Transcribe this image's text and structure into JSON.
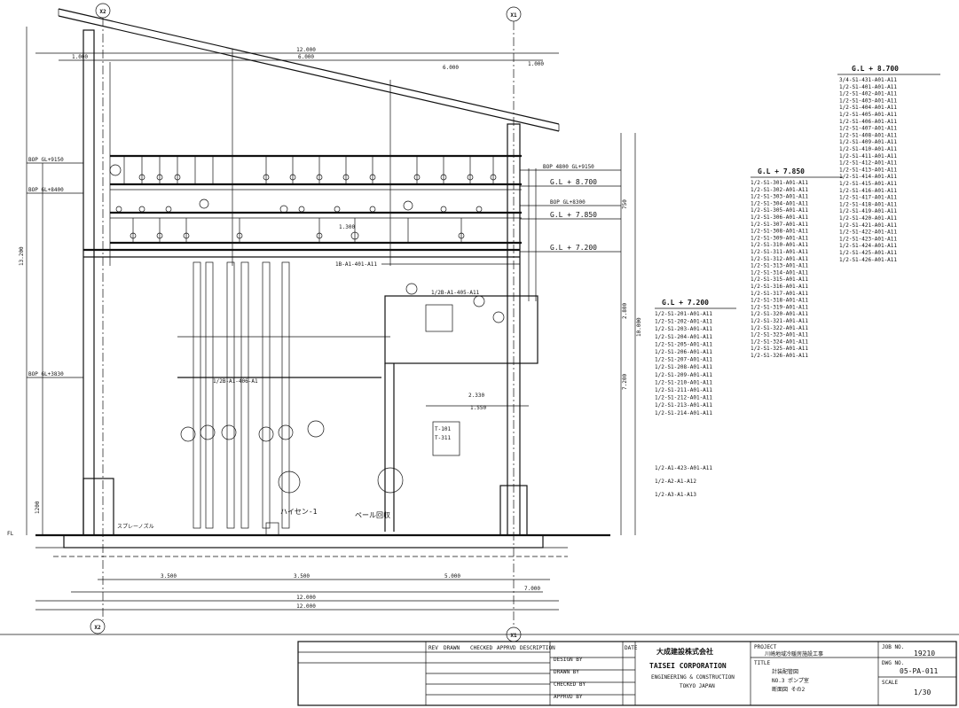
{
  "grid": {
    "left": "X2",
    "right": "X1"
  },
  "dims": {
    "top_total": "12.000",
    "top_left": "1.000",
    "top_mid": "6.000",
    "top_right": "1.000",
    "bottom_a": "3.500",
    "bottom_b": "3.500",
    "bottom_c": "5.000",
    "bottom_total": "12.000",
    "bottom_d": "7.000",
    "right_1": "750",
    "right_2": "2.800",
    "right_3": "7.200",
    "right_4": "10.000",
    "left_1": "13.200",
    "left_2": "1200",
    "mid_1": "1.300",
    "mid_2": "2.330",
    "mid_3": "1.550"
  },
  "levels": {
    "bop1": "BOP GL+9150",
    "bop2": "BOP GL+8400",
    "gl8700": "G.L + 8.700",
    "gl7850": "G.L + 7.850",
    "gl7200": "G.L + 7.200",
    "bop_gl3830": "BOP GL+3830",
    "bop_right": "BOP 4800 GL+9150",
    "bop_right2": "BOP GL+8300",
    "fl_label": "FL"
  },
  "notes": {
    "spray": "スプレーノズル",
    "tank": "T-101",
    "tank_sub": "T-311",
    "handwritten_1": "ハイセン-1",
    "handwritten_2": "ペール回収",
    "pipe_a": "1B-A1-401-A11",
    "pipe_b": "1/2B-A1-405-A11",
    "pipe_c": "1/2B-A1-406-A1"
  },
  "schedule_gl8700": {
    "title": "G.L + 8.700",
    "rows": [
      "3/4-S1-431-A01-A11",
      "1/2-S1-401-A01-A11",
      "1/2-S1-402-A01-A11",
      "1/2-S1-403-A01-A11",
      "1/2-S1-404-A01-A11",
      "1/2-S1-405-A01-A11",
      "1/2-S1-406-A01-A11",
      "1/2-S1-407-A01-A11",
      "1/2-S1-408-A01-A11",
      "1/2-S1-409-A01-A11",
      "1/2-S1-410-A01-A11",
      "1/2-S1-411-A01-A11",
      "1/2-S1-412-A01-A11",
      "1/2-S1-413-A01-A11",
      "1/2-S1-414-A01-A11",
      "1/2-S1-415-A01-A11",
      "1/2-S1-416-A01-A11",
      "1/2-S1-417-A01-A11",
      "1/2-S1-418-A01-A11",
      "1/2-S1-419-A01-A11",
      "1/2-S1-420-A01-A11",
      "1/2-S1-421-A01-A11",
      "1/2-S1-422-A01-A11",
      "1/2-S1-423-A01-A11",
      "1/2-S1-424-A01-A11",
      "1/2-S1-425-A01-A11",
      "1/2-S1-426-A01-A11"
    ]
  },
  "schedule_gl7850": {
    "title": "G.L + 7.850",
    "rows": [
      "1/2-S1-301-A01-A11",
      "1/2-S1-302-A01-A11",
      "1/2-S1-303-A01-A11",
      "1/2-S1-304-A01-A11",
      "1/2-S1-305-A01-A11",
      "1/2-S1-306-A01-A11",
      "1/2-S1-307-A01-A11",
      "1/2-S1-308-A01-A11",
      "1/2-S1-309-A01-A11",
      "1/2-S1-310-A01-A11",
      "1/2-S1-311-A01-A11",
      "1/2-S1-312-A01-A11",
      "1/2-S1-313-A01-A11",
      "1/2-S1-314-A01-A11",
      "1/2-S1-315-A01-A11",
      "1/2-S1-316-A01-A11",
      "1/2-S1-317-A01-A11",
      "1/2-S1-318-A01-A11",
      "1/2-S1-319-A01-A11",
      "1/2-S1-320-A01-A11",
      "1/2-S1-321-A01-A11",
      "1/2-S1-322-A01-A11",
      "1/2-S1-323-A01-A11",
      "1/2-S1-324-A01-A11",
      "1/2-S1-325-A01-A11",
      "1/2-S1-326-A01-A11"
    ]
  },
  "schedule_gl7200": {
    "title": "G.L + 7.200",
    "rows": [
      "1/2-S1-201-A01-A11",
      "1/2-S1-202-A01-A11",
      "1/2-S1-203-A01-A11",
      "1/2-S1-204-A01-A11",
      "1/2-S1-205-A01-A11",
      "1/2-S1-206-A01-A11",
      "1/2-S1-207-A01-A11",
      "1/2-S1-208-A01-A11",
      "1/2-S1-209-A01-A11",
      "1/2-S1-210-A01-A11",
      "1/2-S1-211-A01-A11",
      "1/2-S1-212-A01-A11",
      "1/2-S1-213-A01-A11",
      "1/2-S1-214-A01-A11"
    ],
    "extra": [
      "1/2-A1-423-A01-A11",
      "1/2-A2-A1-A12",
      "1/2-A3-A1-A13"
    ]
  },
  "title_block": {
    "company_jp": "大成建設株式会社",
    "company_en": "TAISEI CORPORATION",
    "company_sub": "ENGINEERING & CONSTRUCTION",
    "company_city": "TOKYO JAPAN",
    "project_label": "PROJECT",
    "project": "川崎地域冷暖房施設工事",
    "title_label": "TITLE",
    "title_1": "計装配管図",
    "title_2": "NO.3 ポンプ室",
    "title_3": "断面図 その2",
    "job_label": "JOB NO.",
    "job_no": "19210",
    "dwg_label": "DWG NO.",
    "dwg_no": "05-PA-011",
    "scale_label": "SCALE",
    "scale": "1/30",
    "date_label": "DATE",
    "design_by": "DESIGN BY",
    "drawn_by": "DRAWN BY",
    "checked_by": "CHECKED BY",
    "apprvd_by": "APPRVD BY",
    "rev_label": "REV",
    "desc_label": "DESCRIPTION",
    "drawn_label": "DRAWN",
    "checked_label": "CHECKED",
    "apprvd_label": "APPRVD"
  },
  "colors": {
    "ink": "#111111",
    "paper": "#ffffff"
  }
}
